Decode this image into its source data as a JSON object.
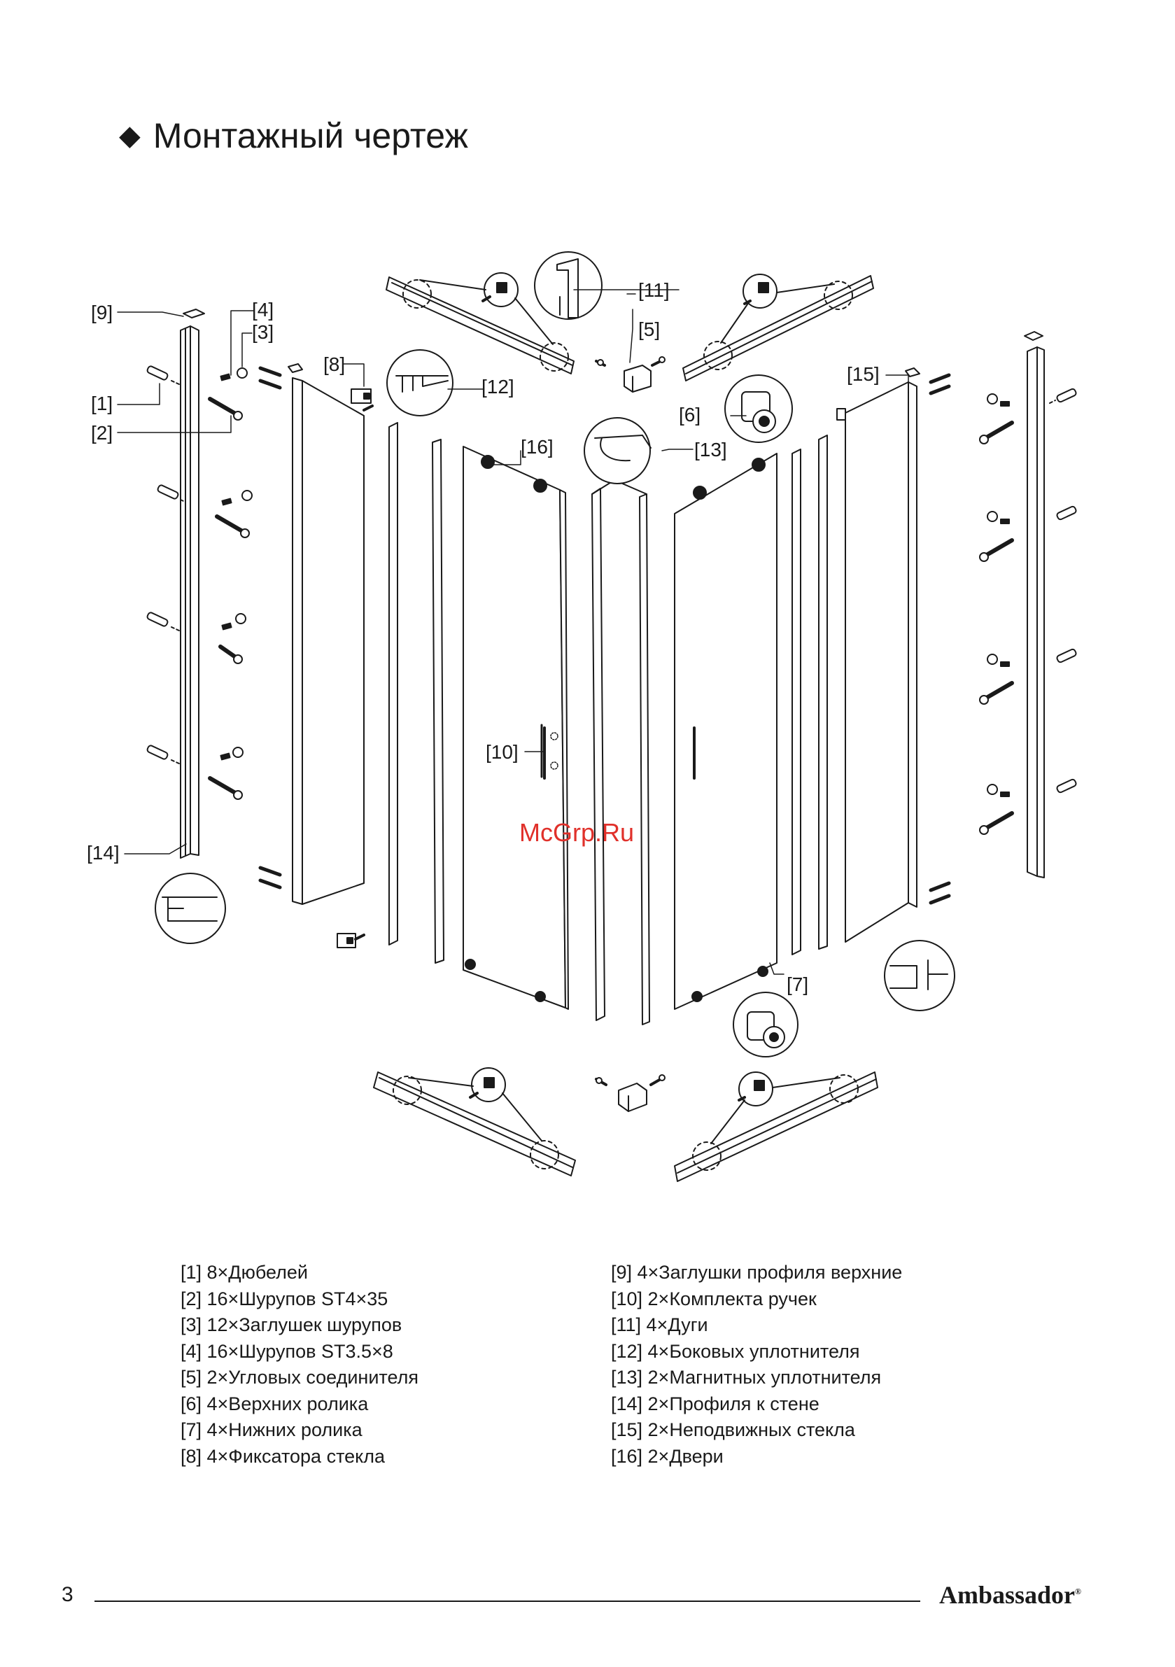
{
  "page": {
    "title": "Монтажный чертеж",
    "page_number": "3",
    "brand": "Ambassador",
    "brand_mark": "®"
  },
  "watermark": "McGrp.Ru",
  "callouts": {
    "c1": "[1]",
    "c2": "[2]",
    "c3": "[3]",
    "c4": "[4]",
    "c5": "[5]",
    "c6": "[6]",
    "c7": "[7]",
    "c8": "[8]",
    "c9": "[9]",
    "c10": "[10]",
    "c11": "[11]",
    "c12": "[12]",
    "c13": "[13]",
    "c14": "[14]",
    "c15": "[15]",
    "c16": "[16]"
  },
  "parts_left": [
    "[1] 8×Дюбелей",
    "[2] 16×Шурупов ST4×35",
    "[3] 12×Заглушек шурупов",
    "[4] 16×Шурупов ST3.5×8",
    "[5] 2×Угловых соединителя",
    "[6] 4×Верхних ролика",
    "[7] 4×Нижних ролика",
    "[8] 4×Фиксатора стекла"
  ],
  "parts_right": [
    "[9] 4×Заглушки профиля верхние",
    "[10] 2×Комплекта ручек",
    "[11] 4×Дуги",
    "[12] 4×Боковых уплотнителя",
    "[13] 2×Магнитных уплотнителя",
    "[14] 2×Профиля к стене",
    "[15] 2×Неподвижных стекла",
    "[16] 2×Двери"
  ]
}
